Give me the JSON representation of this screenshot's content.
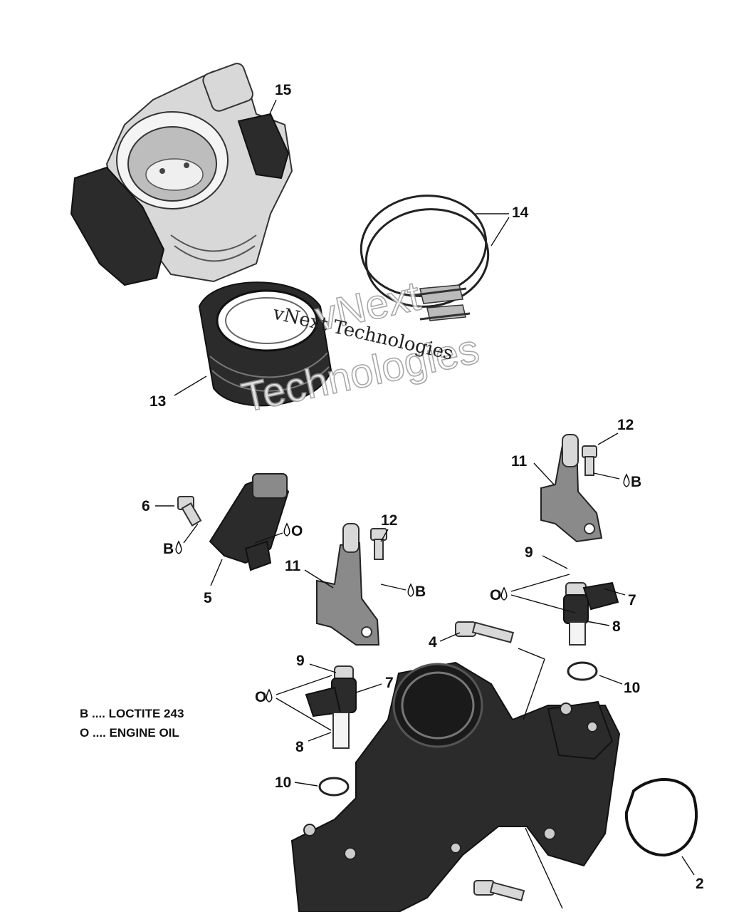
{
  "callouts": {
    "c15": "15",
    "c14": "14",
    "c13": "13",
    "c12a": "12",
    "c11a": "11",
    "c6": "6",
    "c5": "5",
    "c12b": "12",
    "c11b": "11",
    "c9a": "9",
    "c7a": "7",
    "c8a": "8",
    "c4": "4",
    "c10a": "10",
    "c9b": "9",
    "c7b": "7",
    "c8b": "8",
    "c10b": "10",
    "c2": "2"
  },
  "symbols": {
    "b_right_top": "B",
    "b_left": "B",
    "o_sensor": "O",
    "b_mid": "B",
    "o_right": "O",
    "o_left": "O"
  },
  "legend": {
    "line1": "B .... LOCTITE 243",
    "line2": "O .... ENGINE OIL"
  },
  "watermark": {
    "line1": "vNext",
    "line2": "Technologies",
    "overlay": "vNext Technologies"
  }
}
